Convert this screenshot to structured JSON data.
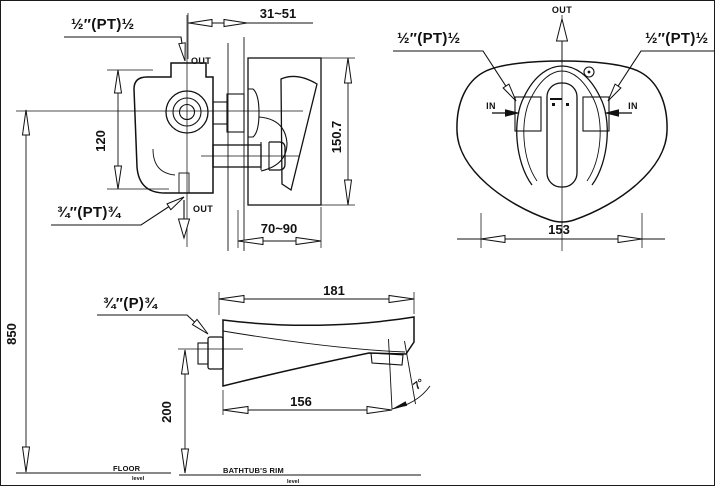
{
  "page": {
    "background": "#ffffff",
    "line_color": "#111111"
  },
  "side_view": {
    "thread_top_label": "½″(PT)½",
    "thread_bottom_label": "¾″(PT)¾",
    "out_top": "OUT",
    "out_bottom": "OUT",
    "dim_wall_range": "31~51",
    "dim_port_spacing": "120",
    "dim_trim_height": "150.7",
    "dim_trim_depth": "70~90"
  },
  "front_view": {
    "thread_left_label": "½″(PT)½",
    "thread_right_label": "½″(PT)½",
    "out_top": "OUT",
    "in_left": "IN",
    "in_right": "IN",
    "dim_trim_width": "153"
  },
  "spout_view": {
    "thread_label": "¾″(P)¾",
    "dim_length": "181",
    "dim_reach": "156",
    "dim_height_above_rim": "200",
    "dim_angle": "7°"
  },
  "installation": {
    "dim_mounting_height": "850",
    "floor_label": "FLOOR",
    "floor_sublabel": "level",
    "rim_label": "BATHTUB'S RIM",
    "rim_sublabel": "level"
  }
}
